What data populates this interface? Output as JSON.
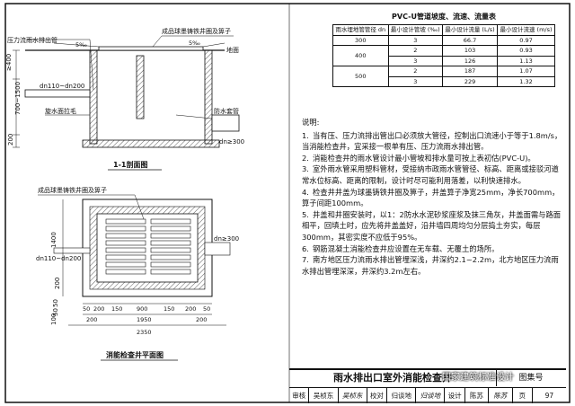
{
  "section_view": {
    "caption": "1-1剖面图",
    "labels": {
      "outlet_pipe": "压力流雨水排出管",
      "cover": "成品球墨铸铁井圈及箅子",
      "slope_left": "5‰",
      "slope_right": "5‰",
      "ground": "地面",
      "depth_top": "≥400",
      "depth_mid": "700~1500",
      "depth_low": "200",
      "pipe_size": "dn110~dn200",
      "flap": "旋水面拉毛",
      "waterproof": "防水套管",
      "outlet_size": "dn≥300"
    }
  },
  "plan_view": {
    "caption": "消能检查井平面图",
    "labels": {
      "cover": "成品球墨铸铁井圈及箅子",
      "pipe_size": "dn110~dn200",
      "outlet_size": "dn≥300",
      "left_dim_1": "1400",
      "left_dim_2": "200",
      "left_dim_3": "50",
      "left_dim_4": "50",
      "left_dim_5": "100",
      "bottom_dims": [
        "50",
        "200",
        "150",
        "900",
        "150",
        "200",
        "50"
      ],
      "mid_dims": [
        "200",
        "1950",
        "200"
      ],
      "total": "2350"
    }
  },
  "pvc_table": {
    "title": "PVC-U管道坡度、流速、流量表",
    "headers": [
      "雨水埋地管管径 dn",
      "最小设计管坡 (‰)",
      "最小设计流量 (L/s)",
      "最小设计流速 (m/s)"
    ],
    "rows": [
      [
        "300",
        "3",
        "66.7",
        "0.97"
      ],
      [
        "400",
        "2",
        "103",
        "0.93"
      ],
      [
        "",
        "3",
        "126",
        "1.13"
      ],
      [
        "500",
        "2",
        "187",
        "1.07"
      ],
      [
        "",
        "3",
        "229",
        "1.32"
      ]
    ]
  },
  "notes": {
    "heading": "说明:",
    "items": [
      {
        "idx": "1.",
        "text": "当有压、压力流排出管出口必须放大管径，控制出口流速小于等于1.8m/s，当消能检查井，宜采接一根单有压、压力流雨水排出管。"
      },
      {
        "idx": "2.",
        "text": "消能检查井的雨水管设计最小管坡和排水量可按上表初估(PVC-U)。"
      },
      {
        "idx": "3.",
        "text": "室外雨水管采用塑料管材，受接纳市政雨水管管径、标高、距离或接驳河道常水位标高、距离的限制，设计时尽可能利用落差，以利快速排水。"
      },
      {
        "idx": "4.",
        "text": "检查井井盖为球墨铸铁井圈及箅子，井盖算子净宽25mm，净长700mm，算子间距100mm。"
      },
      {
        "idx": "5.",
        "text": "井盖和井圈安装时，以1：2防水水泥砂浆座浆及抹三角灰，井盖面需与路面相平，回填土时，应先将井盖盖好，沿井墙四周均匀分层捣土夯实，每层300mm，其密实度不应低于95%。"
      },
      {
        "idx": "6.",
        "text": "钢筋混凝土消能检查井应设置在无车载、无覆土的场所。"
      },
      {
        "idx": "7.",
        "text": "南方地区压力流雨水排出管埋深浅，井深约2.1~2.2m，北方地区压力流雨水排出管埋深深，井深约3.2m左右。"
      }
    ]
  },
  "title_block": {
    "title": "雨水排出口室外消能检查井",
    "atlas_label": "图集号",
    "row": [
      "审核",
      "吴桢东",
      "吴桢东",
      "校对",
      "归谈地",
      "归谈地",
      "设计",
      "陈苏",
      "陈苏",
      "页",
      "97"
    ]
  },
  "watermark": "国家建筑标准设计"
}
